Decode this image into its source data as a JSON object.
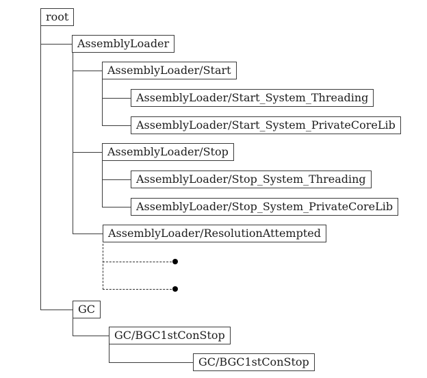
{
  "diagram": {
    "type": "tree",
    "background": "#ffffff",
    "colors": {
      "box_border": "#3a3a3a",
      "connector_line": "#3a3a3a",
      "dashed_line": "#2b2b2b",
      "text": "#1c1c1c",
      "elided_dot": "#000000"
    }
  },
  "nodes": [
    {
      "label": "root",
      "depth": 0,
      "parent": null
    },
    {
      "label": "AssemblyLoader",
      "depth": 1,
      "parent": "root"
    },
    {
      "label": "AssemblyLoader/Start",
      "depth": 2,
      "parent": "AssemblyLoader"
    },
    {
      "label": "AssemblyLoader/Start_System_Threading",
      "depth": 3,
      "parent": "AssemblyLoader/Start"
    },
    {
      "label": "AssemblyLoader/Start_System_PrivateCoreLib",
      "depth": 3,
      "parent": "AssemblyLoader/Start"
    },
    {
      "label": "AssemblyLoader/Stop",
      "depth": 2,
      "parent": "AssemblyLoader"
    },
    {
      "label": "AssemblyLoader/Stop_System_Threading",
      "depth": 3,
      "parent": "AssemblyLoader/Stop"
    },
    {
      "label": "AssemblyLoader/Stop_System_PrivateCoreLib",
      "depth": 3,
      "parent": "AssemblyLoader/Stop"
    },
    {
      "label": "AssemblyLoader/ResolutionAttempted",
      "depth": 2,
      "parent": "AssemblyLoader"
    },
    {
      "label": "GC",
      "depth": 1,
      "parent": "root"
    },
    {
      "label": "GC/BGC1stConStop",
      "depth": 2,
      "parent": "GC"
    },
    {
      "label": "GC/BGC1stConStop",
      "depth": 3,
      "parent": "GC/BGC1stConStop"
    }
  ],
  "elided_children": {
    "parent": "AssemblyLoader/ResolutionAttempted",
    "count": 2,
    "marker": "filled-dot"
  }
}
